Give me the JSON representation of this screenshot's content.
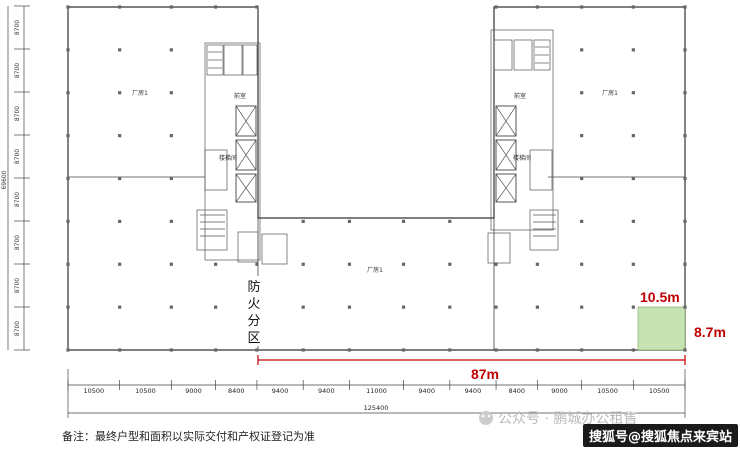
{
  "left_dim": {
    "total": "69600",
    "segments": [
      "8700",
      "8700",
      "8700",
      "8700",
      "8700",
      "8700",
      "8700",
      "8700"
    ]
  },
  "bottom_dim": {
    "total": "125400",
    "segments": [
      "10500",
      "10500",
      "9000",
      "8400",
      "9400",
      "9400",
      "11000",
      "9400",
      "9400",
      "8400",
      "9000",
      "10500",
      "10500"
    ]
  },
  "rooms": {
    "left_plant": "厂房1",
    "right_plant": "厂房1",
    "center_plant": "厂房1",
    "left_core_label": "前室",
    "right_core_label": "前室",
    "left_stair_label": "楼梯间",
    "right_stair_label": "楼梯间"
  },
  "fire_zone_chars": [
    "防",
    "火",
    "分",
    "区"
  ],
  "annotations": {
    "span_87": "87m",
    "width_105": "10.5m",
    "height_87": "8.7m"
  },
  "colors": {
    "red": "#c00000",
    "highlight": "#c7e3b4"
  },
  "footnote": "备注：最终户型和面积以实际交付和产权证登记为准",
  "watermark": "公众号 · 鹏城办公租售",
  "badge": "搜狐号@搜狐焦点来宾站"
}
